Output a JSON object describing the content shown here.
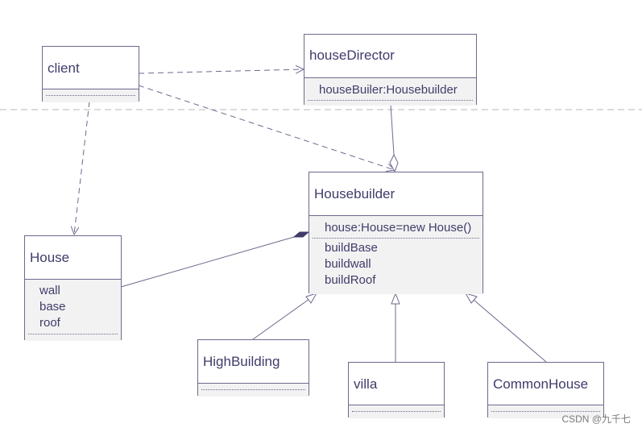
{
  "classes": {
    "client": {
      "name": "client"
    },
    "house_director": {
      "name": "houseDirector",
      "attributes": [
        "houseBuiler:Housebuilder"
      ]
    },
    "housebuilder": {
      "name": "Housebuilder",
      "attributes": [
        "house:House=new House()"
      ],
      "operations": [
        "buildBase",
        "buildwall",
        "buildRoof"
      ]
    },
    "house": {
      "name": "House",
      "attributes": [
        "wall",
        "base",
        "roof"
      ]
    },
    "high_building": {
      "name": "HighBuilding"
    },
    "villa": {
      "name": "villa"
    },
    "common_house": {
      "name": "CommonHouse"
    }
  },
  "watermark": "CSDN @九千七",
  "colors": {
    "line": "#6b6a8e",
    "text": "#3f3c6a",
    "section_fill": "#f2f2f2",
    "separator": "#b7b7b7"
  }
}
